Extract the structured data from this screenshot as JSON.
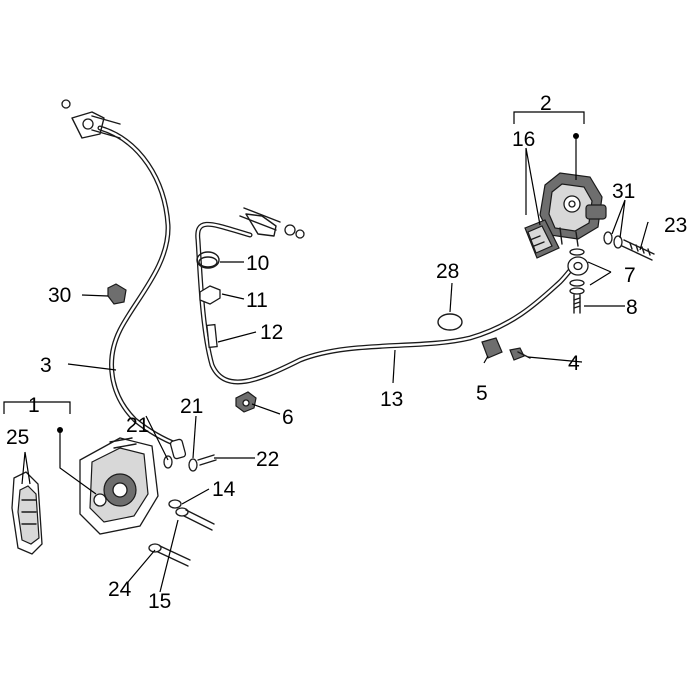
{
  "labels": {
    "l1": "1",
    "l2": "2",
    "l3": "3",
    "l4": "4",
    "l5": "5",
    "l6": "6",
    "l7": "7",
    "l8": "8",
    "l10": "10",
    "l11": "11",
    "l12": "12",
    "l13": "13",
    "l14": "14",
    "l15": "15",
    "l16": "16",
    "l21a": "21",
    "l21b": "21",
    "l22": "22",
    "l23": "23",
    "l24": "24",
    "l25": "25",
    "l28": "28",
    "l30": "30",
    "l31": "31"
  },
  "colors": {
    "ink": "#1a1a1a",
    "background": "#ffffff"
  }
}
